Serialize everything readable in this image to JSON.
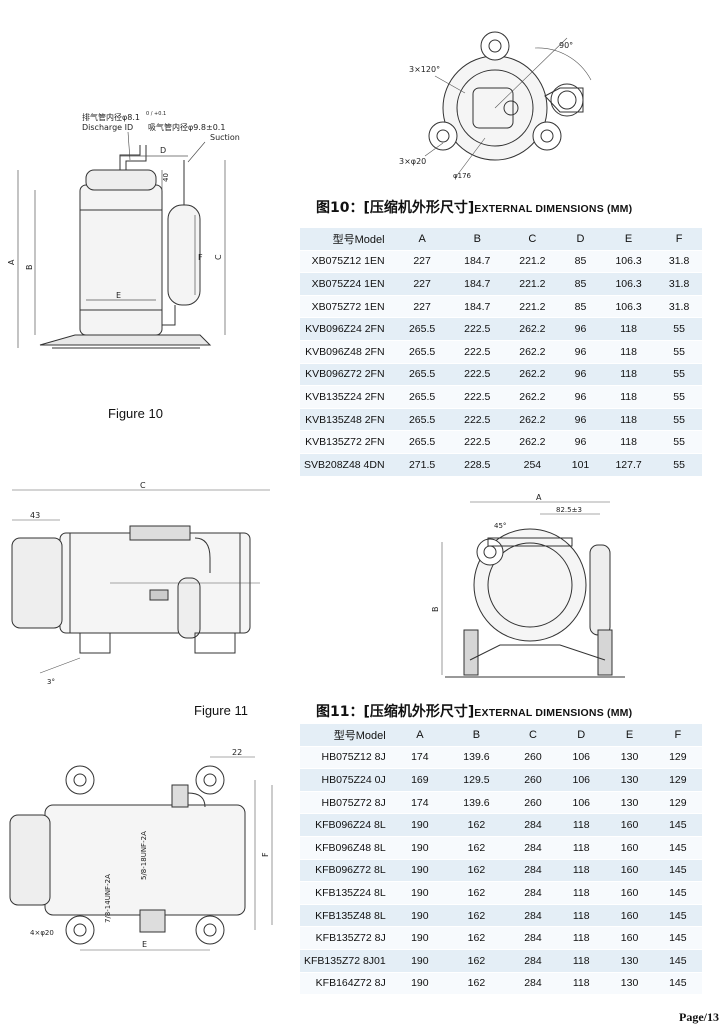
{
  "figure10": {
    "caption": "Figure 10",
    "discharge_cn": "排气管内径φ8.1",
    "discharge_tol": "0 / +0.1",
    "discharge_en": "Discharge ID",
    "suction_cn": "吸气管内径φ9.8±0.1",
    "suction_en": "Suction ID",
    "dim_labels": [
      "A",
      "B",
      "C",
      "D",
      "E",
      "F",
      "40"
    ]
  },
  "top_view": {
    "angle_90": "90°",
    "holes_angle": "3×120°",
    "holes_dia": "3×φ20",
    "pcd": "φ176"
  },
  "table10": {
    "title_cn": "图10：[压缩机外形尺寸]",
    "title_en": "EXTERNAL DIMENSIONS (MM)",
    "headers": [
      "型号Model",
      "A",
      "B",
      "C",
      "D",
      "E",
      "F"
    ],
    "rows": [
      [
        "XB075Z12 1EN",
        "227",
        "184.7",
        "221.2",
        "85",
        "106.3",
        "31.8"
      ],
      [
        "XB075Z24 1EN",
        "227",
        "184.7",
        "221.2",
        "85",
        "106.3",
        "31.8"
      ],
      [
        "XB075Z72 1EN",
        "227",
        "184.7",
        "221.2",
        "85",
        "106.3",
        "31.8"
      ],
      [
        "KVB096Z24 2FN",
        "265.5",
        "222.5",
        "262.2",
        "96",
        "118",
        "55"
      ],
      [
        "KVB096Z48 2FN",
        "265.5",
        "222.5",
        "262.2",
        "96",
        "118",
        "55"
      ],
      [
        "KVB096Z72 2FN",
        "265.5",
        "222.5",
        "262.2",
        "96",
        "118",
        "55"
      ],
      [
        "KVB135Z24 2FN",
        "265.5",
        "222.5",
        "262.2",
        "96",
        "118",
        "55"
      ],
      [
        "KVB135Z48 2FN",
        "265.5",
        "222.5",
        "262.2",
        "96",
        "118",
        "55"
      ],
      [
        "KVB135Z72 2FN",
        "265.5",
        "222.5",
        "262.2",
        "96",
        "118",
        "55"
      ],
      [
        "SVB208Z48 4DN",
        "271.5",
        "228.5",
        "254",
        "101",
        "127.7",
        "55"
      ]
    ]
  },
  "figure11": {
    "caption": "Figure 11",
    "dim_c": "C",
    "dim_43": "43",
    "dim_3deg": "3°",
    "dim_a": "A",
    "dim_b": "B",
    "dim_825": "82.5±3",
    "dim_45": "45°"
  },
  "bottom_view": {
    "dim_22": "22",
    "fitting1": "5/8-18UNF-2A",
    "fitting2": "7/8-14UNF-2A",
    "holes": "4×φ20",
    "dim_e": "E",
    "dim_f": "F"
  },
  "table11": {
    "title_cn": "图11：[压缩机外形尺寸]",
    "title_en": "EXTERNAL DIMENSIONS (MM)",
    "headers": [
      "型号Model",
      "A",
      "B",
      "C",
      "D",
      "E",
      "F"
    ],
    "rows": [
      [
        "HB075Z12 8J",
        "174",
        "139.6",
        "260",
        "106",
        "130",
        "129"
      ],
      [
        "HB075Z24 0J",
        "169",
        "129.5",
        "260",
        "106",
        "130",
        "129"
      ],
      [
        "HB075Z72 8J",
        "174",
        "139.6",
        "260",
        "106",
        "130",
        "129"
      ],
      [
        "KFB096Z24 8L",
        "190",
        "162",
        "284",
        "118",
        "160",
        "145"
      ],
      [
        "KFB096Z48 8L",
        "190",
        "162",
        "284",
        "118",
        "160",
        "145"
      ],
      [
        "KFB096Z72 8L",
        "190",
        "162",
        "284",
        "118",
        "160",
        "145"
      ],
      [
        "KFB135Z24 8L",
        "190",
        "162",
        "284",
        "118",
        "160",
        "145"
      ],
      [
        "KFB135Z48 8L",
        "190",
        "162",
        "284",
        "118",
        "160",
        "145"
      ],
      [
        "KFB135Z72 8J",
        "190",
        "162",
        "284",
        "118",
        "160",
        "145"
      ],
      [
        "KFB135Z72 8J01",
        "190",
        "162",
        "284",
        "118",
        "130",
        "145"
      ],
      [
        "KFB164Z72 8J",
        "190",
        "162",
        "284",
        "118",
        "130",
        "145"
      ]
    ]
  },
  "page": {
    "number": "Page/13"
  }
}
